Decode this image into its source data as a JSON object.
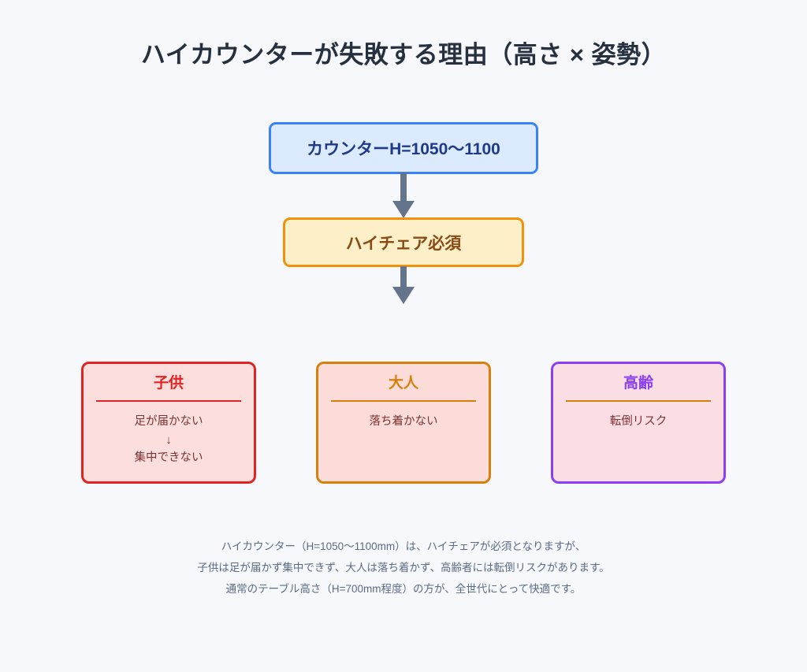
{
  "title": "ハイカウンターが失敗する理由（高さ × 姿勢）",
  "flow": {
    "counter": {
      "label": "カウンターH=1050〜1100"
    },
    "highchair": {
      "label": "ハイチェア必須"
    }
  },
  "personas": [
    {
      "key": "child",
      "heading": "子供",
      "lines": [
        "足が届かない",
        "↓",
        "集中できない"
      ],
      "border_color": "#e02424",
      "heading_color": "#e02424",
      "fill_color": "#fcdedd"
    },
    {
      "key": "adult",
      "heading": "大人",
      "lines": [
        "落ち着かない"
      ],
      "border_color": "#d8800b",
      "heading_color": "#d8800b",
      "fill_color": "#fcdcd8"
    },
    {
      "key": "senior",
      "heading": "高齢",
      "lines": [
        "転倒リスク"
      ],
      "border_color": "#8b3ff5",
      "heading_color": "#8b3ff5",
      "fill_color": "#fadee3"
    }
  ],
  "caption": {
    "line1": "ハイカウンター（H=1050〜1100mm）は、ハイチェアが必須となりますが、",
    "line2": "子供は足が届かず集中できず、大人は落ち着かず、高齢者には転倒リスクがあります。",
    "line3": "通常のテーブル高さ（H=700mm程度）の方が、全世代にとって快適です。"
  },
  "colors": {
    "background": "#f7f8fb",
    "title_text": "#26303f",
    "arrow": "#64748b",
    "counter_fill": "#dbeafe",
    "counter_border": "#3b82f6",
    "counter_text": "#1e3a8a",
    "highchair_fill": "#fdf0c8",
    "highchair_border": "#f0920c",
    "highchair_text": "#8a4a14",
    "persona_body_text": "#7c3030",
    "caption_text": "#5b6b86"
  }
}
